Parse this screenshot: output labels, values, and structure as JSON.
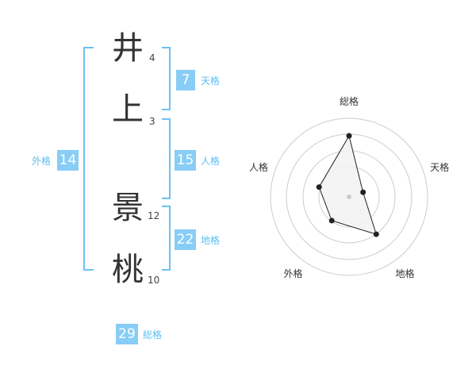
{
  "name": {
    "chars": [
      {
        "char": "井",
        "strokes": "4"
      },
      {
        "char": "上",
        "strokes": "3"
      },
      {
        "char": "景",
        "strokes": "12"
      },
      {
        "char": "桃",
        "strokes": "10"
      }
    ]
  },
  "kaku": {
    "tenkaku": {
      "value": "7",
      "label": "天格"
    },
    "jinkaku": {
      "value": "15",
      "label": "人格"
    },
    "chikaku": {
      "value": "22",
      "label": "地格"
    },
    "gaikaku": {
      "value": "14",
      "label": "外格"
    },
    "soukaku": {
      "value": "29",
      "label": "総格"
    }
  },
  "colors": {
    "accent": "#88cdf6",
    "bracket": "#6ec1f1",
    "label": "#5fbef0",
    "radar_fill": "#f2f2f2",
    "ring": "#cccccc"
  },
  "chart_data": {
    "type": "radar",
    "axes": [
      "総格",
      "天格",
      "地格",
      "外格",
      "人格"
    ],
    "values": [
      29,
      7,
      22,
      14,
      15
    ],
    "levels": 4,
    "grid": true
  }
}
